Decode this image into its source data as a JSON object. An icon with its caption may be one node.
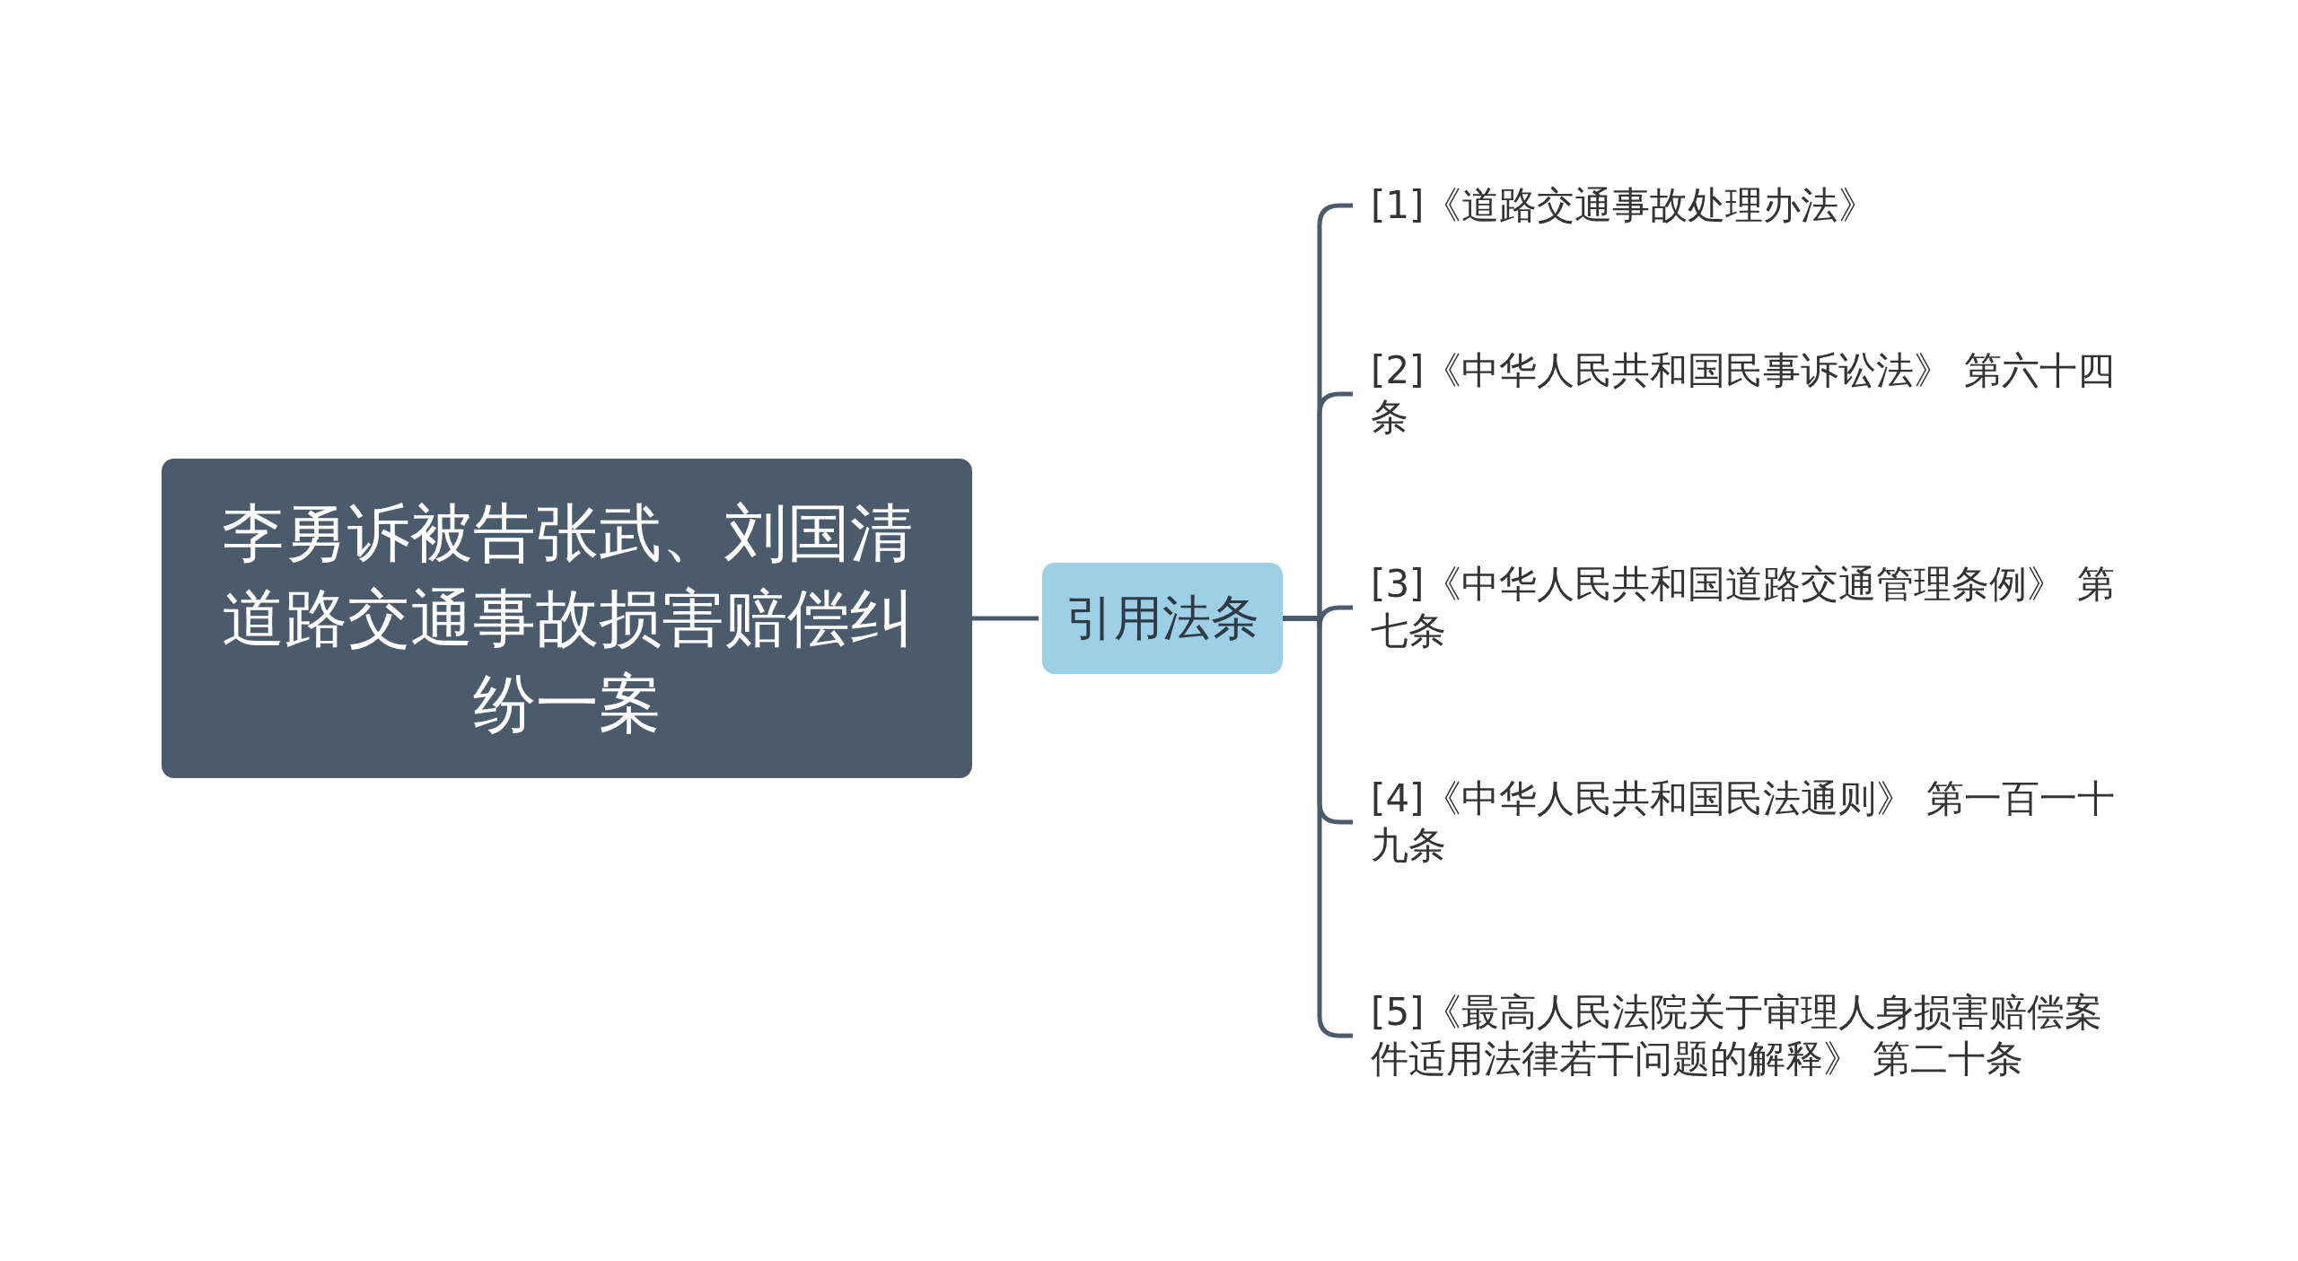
{
  "diagram": {
    "nodes": [
      {
        "text": [
          "李勇诉被告张武、刘国清道路交通事故损害赔偿纠纷一案"
        ]
      },
      {
        "text": [
          "引用法条"
        ]
      },
      {
        "text": [
          "[1]《道路交通事故处理办法》"
        ]
      },
      {
        "text": [
          "[2]《中华人民共和国民事诉讼法》 第六十四条"
        ]
      },
      {
        "text": [
          "[3]《中华人民共和国道路交通管理条例》 第七条"
        ]
      },
      {
        "text": [
          "[4]《中华人民共和国民法通则》 第一百一十九条"
        ]
      },
      {
        "text": [
          "[5]《最高人民法院关于审理人身损害赔偿案件适用法律若干问题的解释》 第二十条"
        ]
      }
    ],
    "edges": [
      {
        "from": 0,
        "to": 1,
        "arrow": "none"
      },
      {
        "from": 1,
        "to": 2,
        "arrow": "none"
      },
      {
        "from": 1,
        "to": 3,
        "arrow": "none"
      },
      {
        "from": 1,
        "to": 4,
        "arrow": "none"
      },
      {
        "from": 1,
        "to": 5,
        "arrow": "none"
      },
      {
        "from": 1,
        "to": 6,
        "arrow": "none"
      }
    ]
  }
}
